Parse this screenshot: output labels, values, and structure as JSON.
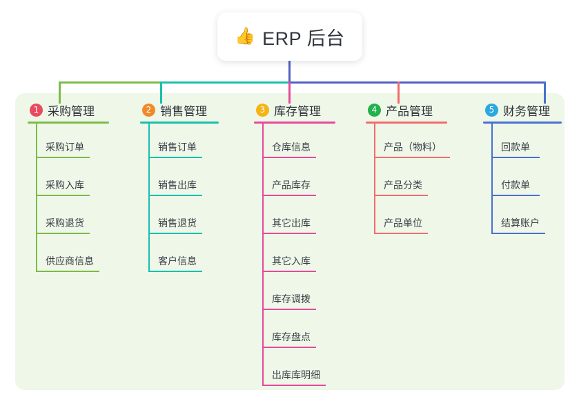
{
  "root": {
    "icon": "thumbs-up-emoji",
    "emoji": "👍",
    "label": "ERP 后台"
  },
  "panel": {
    "background": "#eef7e8"
  },
  "bus": {
    "segments": [
      {
        "name": "green-segment",
        "color": "#6fb councilor"
      },
      {
        "name": "teal-segment",
        "color": "#19bfae"
      },
      {
        "name": "indigo-segment",
        "color": "#4f5fc4"
      }
    ]
  },
  "columns": [
    {
      "number": "1",
      "title": "采购管理",
      "badge_color": "#ea4a5f",
      "line_color": "#7cbb4a",
      "drop_color": "#7cbb4a",
      "rule_width": 118,
      "items": [
        {
          "label": "采购订单",
          "rule_width": 78
        },
        {
          "label": "采购入库",
          "rule_width": 78
        },
        {
          "label": "采购退货",
          "rule_width": 78
        },
        {
          "label": "供应商信息",
          "rule_width": 92
        }
      ]
    },
    {
      "number": "2",
      "title": "销售管理",
      "badge_color": "#f08a29",
      "line_color": "#19bfae",
      "drop_color": "#19bfae",
      "rule_width": 114,
      "items": [
        {
          "label": "销售订单",
          "rule_width": 78
        },
        {
          "label": "销售出库",
          "rule_width": 78
        },
        {
          "label": "销售退货",
          "rule_width": 78
        },
        {
          "label": "客户信息",
          "rule_width": 78
        }
      ]
    },
    {
      "number": "3",
      "title": "库存管理",
      "badge_color": "#f5b315",
      "line_color": "#e8489c",
      "drop_color": "#e8489c",
      "rule_width": 118,
      "items": [
        {
          "label": "仓库信息",
          "rule_width": 78
        },
        {
          "label": "产品库存",
          "rule_width": 78
        },
        {
          "label": "其它出库",
          "rule_width": 78
        },
        {
          "label": "其它入库",
          "rule_width": 78
        },
        {
          "label": "库存调拨",
          "rule_width": 78
        },
        {
          "label": "库存盘点",
          "rule_width": 78
        },
        {
          "label": "出库库明细",
          "rule_width": 92
        }
      ]
    },
    {
      "number": "4",
      "title": "产品管理",
      "badge_color": "#22b14c",
      "line_color": "#f26b6b",
      "drop_color": "#f26b6b",
      "rule_width": 118,
      "items": [
        {
          "label": "产品（物料）",
          "rule_width": 110
        },
        {
          "label": "产品分类",
          "rule_width": 78
        },
        {
          "label": "产品单位",
          "rule_width": 78
        }
      ]
    },
    {
      "number": "5",
      "title": "财务管理",
      "badge_color": "#2aa8e0",
      "line_color": "#4a6fd0",
      "drop_color": "#4a6fd0",
      "rule_width": 114,
      "items": [
        {
          "label": "回款单",
          "rule_width": 70
        },
        {
          "label": "付款单",
          "rule_width": 70
        },
        {
          "label": "结算账户",
          "rule_width": 78
        }
      ]
    }
  ]
}
